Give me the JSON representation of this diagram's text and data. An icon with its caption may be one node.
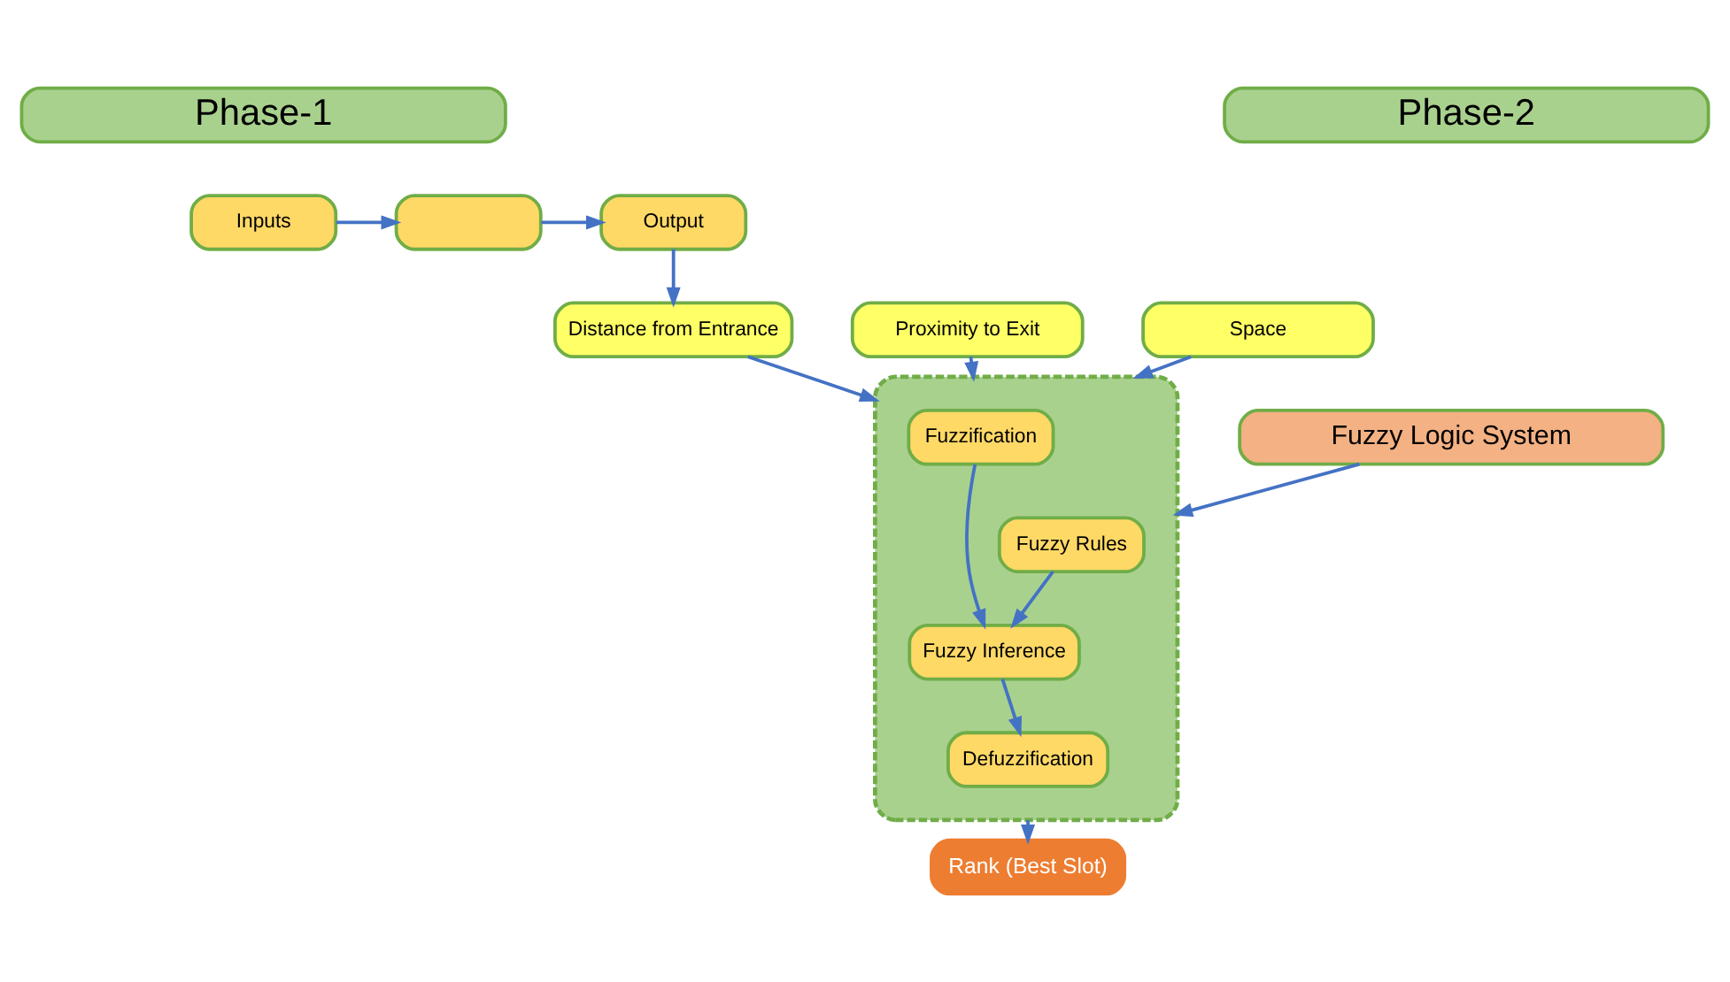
{
  "diagram": {
    "nodes": [
      {
        "text": [
          "Phase-1"
        ]
      },
      {
        "text": [
          "Phase-2"
        ]
      },
      {
        "text": [
          "Inputs"
        ]
      },
      {
        "text": [],
        "shape": "box"
      },
      {
        "text": [
          "Output"
        ]
      },
      {
        "text": [
          "Fuzzy Logic System"
        ]
      },
      {
        "text": [
          "Distance from Entrance"
        ]
      },
      {
        "text": [
          "Proximity to Exit"
        ]
      },
      {
        "text": [
          "Space"
        ]
      },
      {
        "text": [],
        "shape": "box"
      },
      {
        "text": [
          "Fuzzy Rules"
        ],
        "in": 9
      },
      {
        "text": [
          "Fuzzification"
        ],
        "in": 9
      },
      {
        "text": [
          "Defuzzification"
        ],
        "in": 9
      },
      {
        "text": [
          "Fuzzy Inference"
        ],
        "in": 9
      },
      {
        "text": [
          "Rank (Best Slot)"
        ]
      }
    ],
    "edges": [
      {
        "from": 2,
        "to": 3,
        "arrow": "to"
      },
      {
        "from": 3,
        "to": 4,
        "arrow": "to"
      },
      {
        "from": 4,
        "to": 6,
        "arrow": "to"
      },
      {
        "from": 6,
        "to": 9,
        "arrow": "to"
      },
      {
        "from": 7,
        "to": 9,
        "arrow": "to"
      },
      {
        "from": 8,
        "to": 9,
        "arrow": "to"
      },
      {
        "from": 5,
        "to": 9,
        "arrow": "to"
      },
      {
        "from": 10,
        "to": 13,
        "arrow": "to"
      },
      {
        "from": 11,
        "to": 13,
        "arrow": "to"
      },
      {
        "from": 13,
        "to": 12,
        "arrow": "to"
      },
      {
        "from": 9,
        "to": 14,
        "arrow": "to"
      }
    ]
  }
}
